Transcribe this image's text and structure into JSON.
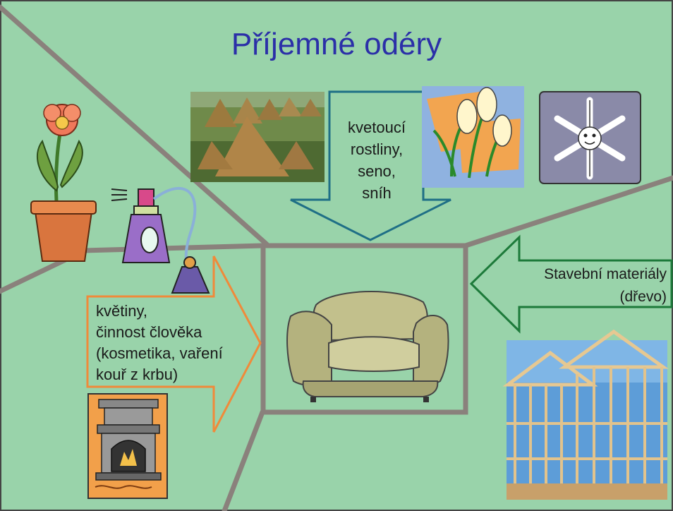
{
  "title": "Příjemné odéry",
  "top_arrow": {
    "lines": [
      "kvetoucí",
      "rostliny,",
      "seno,",
      "sníh"
    ],
    "color": "#1f6f86"
  },
  "right_arrow": {
    "lines": [
      "Stavební materiály",
      "(dřevo)"
    ],
    "color": "#1d7a3a"
  },
  "left_arrow": {
    "lines": [
      "květiny,",
      "činnost člověka",
      "(kosmetika, vaření",
      "kouř z krbu)"
    ],
    "color": "#f08a3a"
  },
  "colors": {
    "background": "#99d3aa",
    "divider": "#8a817c",
    "title": "#2b2fa8"
  },
  "images": [
    {
      "name": "haystacks-photo",
      "role": "photo"
    },
    {
      "name": "calla-lily-clipart",
      "role": "clipart"
    },
    {
      "name": "snowflake-clipart",
      "role": "clipart"
    },
    {
      "name": "potted-flower-clipart",
      "role": "clipart"
    },
    {
      "name": "perfume-bottle-clipart",
      "role": "clipart"
    },
    {
      "name": "fireplace-clipart",
      "role": "clipart"
    },
    {
      "name": "armchair-clipart",
      "role": "clipart"
    },
    {
      "name": "house-frame-photo",
      "role": "photo"
    }
  ]
}
